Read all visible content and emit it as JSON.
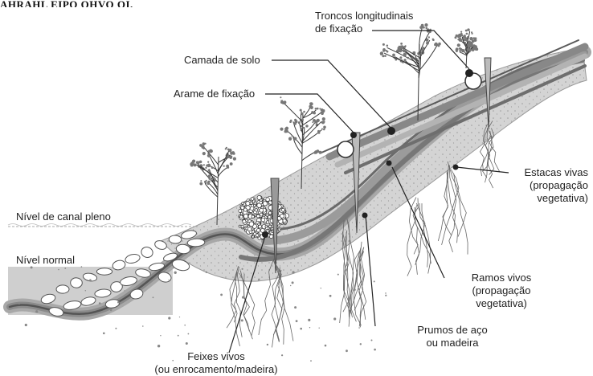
{
  "header_fragment": "AHRAHL EIPO OHVO OI.",
  "labels": {
    "troncos": [
      "Troncos longitudinais",
      "de fixação"
    ],
    "camada": "Camada de solo",
    "arame": "Arame de fixação",
    "nivel_canal": "Nível de canal pleno",
    "nivel_normal": "Nível normal",
    "estacas": [
      "Estacas vivas",
      "(propagação",
      "vegetativa)"
    ],
    "ramos": [
      "Ramos vivos",
      "(propagação",
      "vegetativa)"
    ],
    "prumos": [
      "Prumos de aço",
      "ou madeira"
    ],
    "feixes": [
      "Feixes vivos",
      "(ou enrocamento/madeira)"
    ]
  },
  "colors": {
    "ink": "#222222",
    "soil": "#d9d9d9",
    "soil_dark": "#bdbdbd",
    "water": "#cccccc",
    "layer_dark": "#6b6b6b",
    "stakes": "#8a8a8a"
  },
  "icons": [
    "tree-icon",
    "stone-icon",
    "log-icon",
    "stake-icon",
    "root-icon"
  ]
}
